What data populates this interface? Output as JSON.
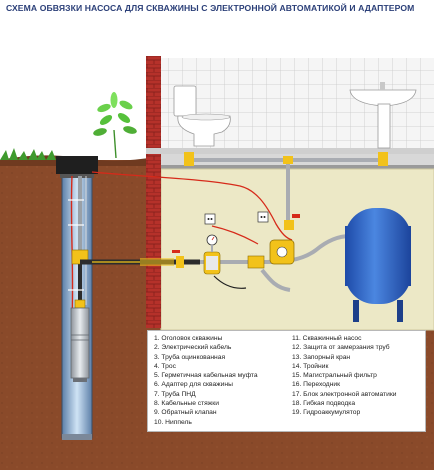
{
  "title": "СХЕМА ОБВЯЗКИ НАСОСА ДЛЯ СКВАЖИНЫ С ЭЛЕКТРОННОЙ АВТОМАТИКОЙ И АДАПТЕРОМ",
  "legend": {
    "left": [
      "1. Оголовок скважины",
      "2. Электрический кабель",
      "3. Труба оцинкованная",
      "4. Трос",
      "5. Герметичная кабельная муфта",
      "6. Адаптер для скважины",
      "7. Труба ПНД",
      "8. Кабельные стяжки",
      "9. Обратный клапан",
      "10. Ниппель"
    ],
    "right": [
      "11. Скважинный насос",
      "12. Защита от замерзания труб",
      "13. Запорный кран",
      "14. Тройник",
      "15. Магистральный фильтр",
      "16. Переходник",
      "17. Блок электронной автоматики",
      "18. Гибкая подводка",
      "19. Гидроаккумулятор"
    ]
  },
  "colors": {
    "soil": "#8a4a2a",
    "soil_dark": "#6f3a20",
    "brick": "#b5312a",
    "basement_wall": "#ece8c6",
    "tile": "#f4f4f4",
    "tank": "#2f63c4",
    "pipe": "#a9acb2",
    "fitting": "#f2c21a",
    "cable": "#d62a1a",
    "title": "#2b3f78"
  },
  "icons": [
    "toilet-icon",
    "sink-icon",
    "plant-icon",
    "outlet-icon",
    "pressure-gauge-icon",
    "pump-icon"
  ]
}
